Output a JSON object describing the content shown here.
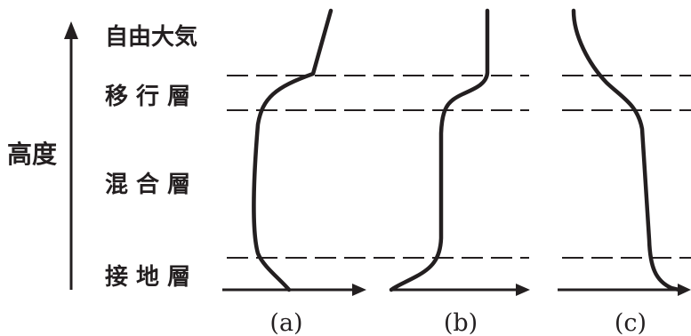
{
  "vertical_axis": {
    "label": "高度"
  },
  "layers": {
    "free_atmosphere": "自由大気",
    "transition_layer": "移 行 層",
    "mixed_layer": "混 合 層",
    "surface_layer": "接 地 層"
  },
  "panels": [
    {
      "id": "a",
      "label": "(a)"
    },
    {
      "id": "b",
      "label": "(b)"
    },
    {
      "id": "c",
      "label": "(c)"
    }
  ],
  "colors": {
    "ink": "#231f20",
    "background": "#ffffff"
  }
}
